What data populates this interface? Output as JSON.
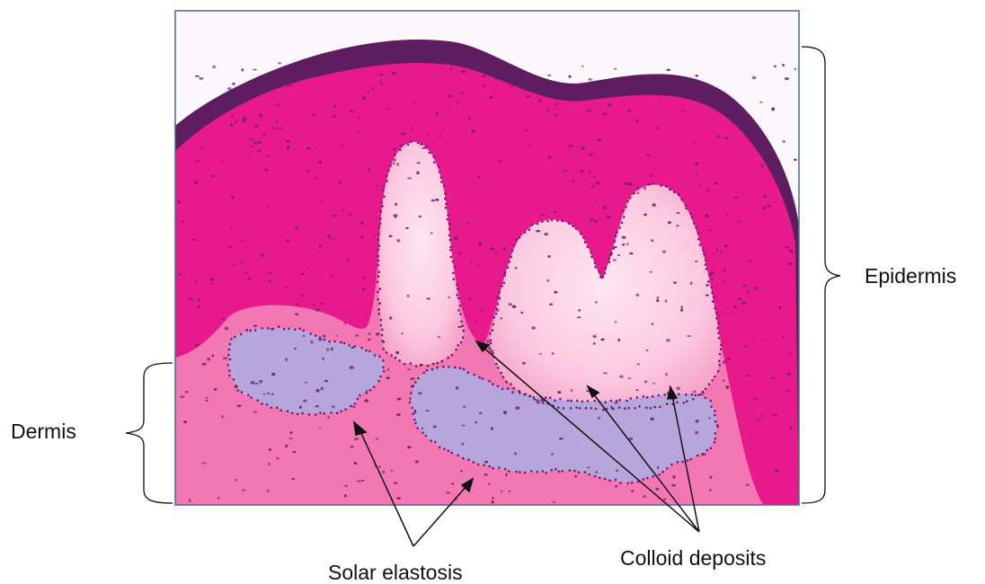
{
  "labels": {
    "epidermis": "Epidermis",
    "dermis": "Dermis",
    "solar_elastosis": "Solar elastosis",
    "colloid_deposits": "Colloid deposits"
  },
  "colors": {
    "stratum_corneum": "#5e1d5e",
    "epidermis": "#e8198a",
    "dermis": "#f277b3",
    "colloid": "#fbd0e4",
    "elastosis": "#b7a6dc",
    "nuclei": "#6a2070",
    "outline": "#3d6f8f"
  }
}
